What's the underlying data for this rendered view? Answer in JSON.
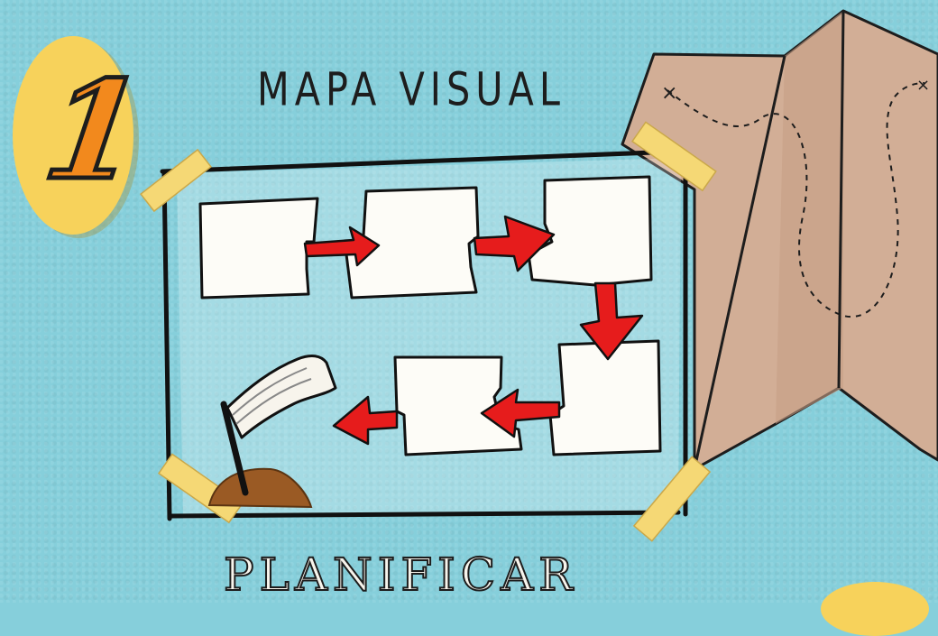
{
  "badge": {
    "number": "1"
  },
  "title": "MAPA VISUAL",
  "subtitle": "PLANIFICAR",
  "colors": {
    "background": "#86cfdb",
    "badge": "#f7d25b",
    "number": "#f2891d",
    "arrow": "#e61c1c",
    "map": "#d2ae96",
    "tape": "#f5d875",
    "soil": "#9a5a24"
  },
  "icons": [
    "folded-map-icon",
    "goal-flag-icon",
    "tape-icon",
    "arrow-icon"
  ]
}
